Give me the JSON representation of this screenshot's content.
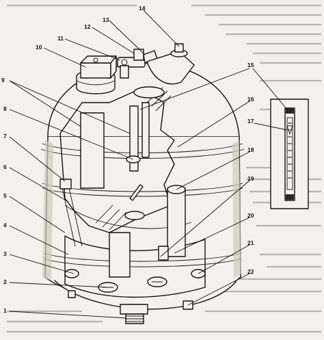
{
  "figure": {
    "callouts": [
      {
        "id": "c1",
        "label": "1"
      },
      {
        "id": "c2",
        "label": "2"
      },
      {
        "id": "c3",
        "label": "3"
      },
      {
        "id": "c4",
        "label": "4"
      },
      {
        "id": "c5",
        "label": "5"
      },
      {
        "id": "c6",
        "label": "6"
      },
      {
        "id": "c7",
        "label": "7"
      },
      {
        "id": "c8",
        "label": "8"
      },
      {
        "id": "c9",
        "label": "9"
      },
      {
        "id": "c10",
        "label": "10"
      },
      {
        "id": "c11",
        "label": "11"
      },
      {
        "id": "c12",
        "label": "12"
      },
      {
        "id": "c13",
        "label": "13"
      },
      {
        "id": "c14",
        "label": "14"
      },
      {
        "id": "c15",
        "label": "15"
      },
      {
        "id": "c16",
        "label": "16"
      },
      {
        "id": "c17",
        "label": "17"
      },
      {
        "id": "c18",
        "label": "18"
      },
      {
        "id": "c19",
        "label": "19"
      },
      {
        "id": "c20",
        "label": "20"
      },
      {
        "id": "c21",
        "label": "21"
      },
      {
        "id": "c22",
        "label": "22"
      }
    ]
  },
  "colors": {
    "paper": "#f3f1ec",
    "ink": "#111111",
    "shade": "#cfcac0"
  }
}
